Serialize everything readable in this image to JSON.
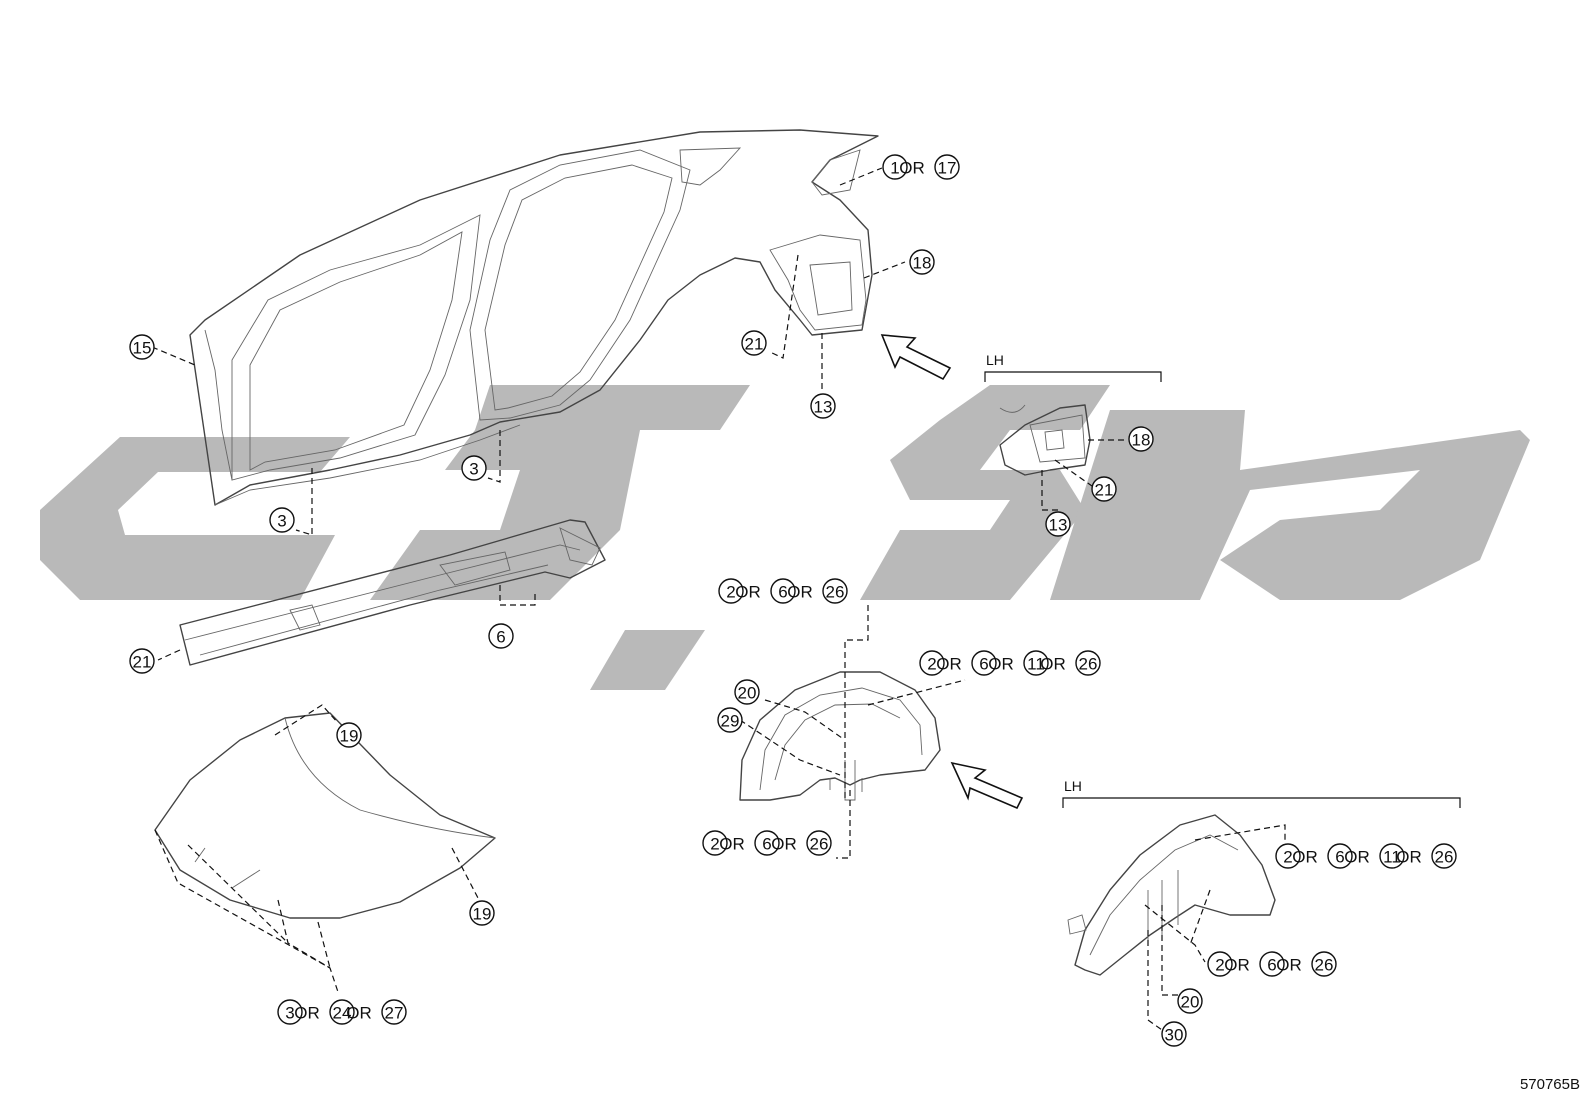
{
  "diagram_code": "570765B",
  "lh_labels": [
    "LH",
    "LH"
  ],
  "or_word": "OR",
  "callouts": [
    {
      "id": "c-top-1-17",
      "parts": [
        "1",
        "17"
      ]
    },
    {
      "id": "c-top-18",
      "parts": [
        "18"
      ]
    },
    {
      "id": "c-top-21",
      "parts": [
        "21"
      ]
    },
    {
      "id": "c-top-13",
      "parts": [
        "13"
      ]
    },
    {
      "id": "c-top-15",
      "parts": [
        "15"
      ]
    },
    {
      "id": "c-sill-3-a",
      "parts": [
        "3"
      ]
    },
    {
      "id": "c-sill-3-b",
      "parts": [
        "3"
      ]
    },
    {
      "id": "c-lh-18",
      "parts": [
        "18"
      ]
    },
    {
      "id": "c-lh-21",
      "parts": [
        "21"
      ]
    },
    {
      "id": "c-lh-13",
      "parts": [
        "13"
      ]
    },
    {
      "id": "c-rocker-6",
      "parts": [
        "6"
      ]
    },
    {
      "id": "c-rocker-21",
      "parts": [
        "21"
      ]
    },
    {
      "id": "c-hood-19-a",
      "parts": [
        "19"
      ]
    },
    {
      "id": "c-hood-19-b",
      "parts": [
        "19"
      ]
    },
    {
      "id": "c-hood-3-24-27",
      "parts": [
        "3",
        "24",
        "27"
      ]
    },
    {
      "id": "c-apron-2-6-26-top",
      "parts": [
        "2",
        "6",
        "26"
      ]
    },
    {
      "id": "c-apron-2-6-11-26",
      "parts": [
        "2",
        "6",
        "11",
        "26"
      ]
    },
    {
      "id": "c-apron-20",
      "parts": [
        "20"
      ]
    },
    {
      "id": "c-apron-29",
      "parts": [
        "29"
      ]
    },
    {
      "id": "c-apron-2-6-26-bottom",
      "parts": [
        "2",
        "6",
        "26"
      ]
    },
    {
      "id": "c-lh-apron-2-6-11-26",
      "parts": [
        "2",
        "6",
        "11",
        "26"
      ]
    },
    {
      "id": "c-lh-apron-2-6-26",
      "parts": [
        "2",
        "6",
        "26"
      ]
    },
    {
      "id": "c-lh-apron-20",
      "parts": [
        "20"
      ]
    },
    {
      "id": "c-lh-apron-30",
      "parts": [
        "30"
      ]
    }
  ],
  "colors": {
    "watermark": "#b9b9b9",
    "line": "#111111"
  }
}
